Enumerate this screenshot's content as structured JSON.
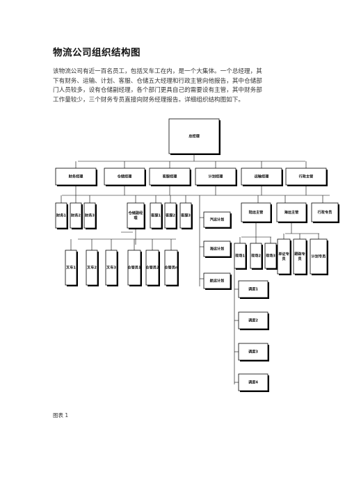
{
  "document": {
    "title": "物流公司组织结构图",
    "intro_lines": [
      "该物流公司有近一百名员工，包括叉车工在内，是一个大集体。一个总经理，其",
      "下有财务、运输、计划、客服、仓储五大经理和行政主管向他报告，其中仓储部",
      "门人员较多，设有仓储副经理，各个部门更具自己的需要设有主管，其中财务部",
      "工作量较少，三个财务专员直接向财务经理报告。详细组织结构图如下。"
    ],
    "caption": "图表  1"
  },
  "org_chart": {
    "root": "总经理",
    "managers": [
      "财务经理",
      "仓储经理",
      "客服经理",
      "计划经理",
      "运输经理",
      "行政主管"
    ],
    "finance_staff": [
      "财务1",
      "财务2",
      "财务3"
    ],
    "warehouse_deputy": [
      "仓储副经",
      "理"
    ],
    "customer_service": [
      "客服1",
      "客服2",
      "客服3"
    ],
    "planning": [
      "汽运计划",
      "海运计划",
      "航运计划"
    ],
    "transport_supervisors": [
      "陆运主管",
      "海运主管"
    ],
    "admin_staff": [
      "行政专员"
    ],
    "land_transport": [
      "现场1",
      "现场2",
      "现场3"
    ],
    "sea_transport": [
      [
        "单证专",
        "员"
      ],
      [
        "跟踪专",
        "员"
      ],
      [
        "计划专员"
      ]
    ],
    "forklift": [
      "叉车1",
      "叉车2",
      "叉车3"
    ],
    "warehouse_keepers": [
      "仓管员1",
      "仓管员2",
      "仓管员n"
    ],
    "dispatch": [
      "调度1",
      "调度2",
      "调度3",
      "调度4"
    ]
  }
}
